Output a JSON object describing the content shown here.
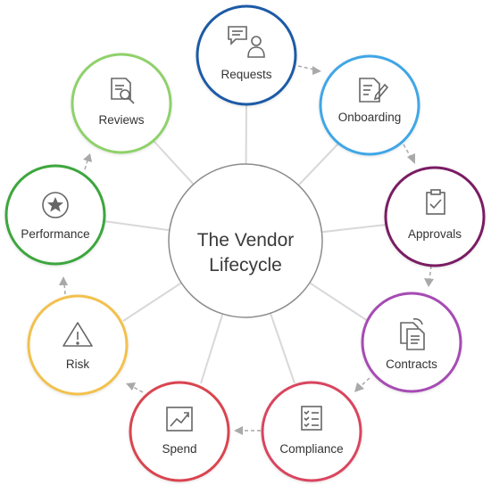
{
  "center": {
    "line1": "The Vendor",
    "line2": "Lifecycle"
  },
  "stages": [
    {
      "label": "Requests",
      "color": "#1b5aa6",
      "icon": "chat-user-icon"
    },
    {
      "label": "Onboarding",
      "color": "#3fa6e6",
      "icon": "document-edit-icon"
    },
    {
      "label": "Approvals",
      "color": "#7a1f63",
      "icon": "clipboard-check-icon"
    },
    {
      "label": "Contracts",
      "color": "#a64bb3",
      "icon": "document-copy-icon"
    },
    {
      "label": "Compliance",
      "color": "#d9455e",
      "icon": "checklist-icon"
    },
    {
      "label": "Spend",
      "color": "#d94550",
      "icon": "trend-chart-icon"
    },
    {
      "label": "Risk",
      "color": "#f2c14e",
      "icon": "warning-icon"
    },
    {
      "label": "Performance",
      "color": "#3da63d",
      "icon": "star-badge-icon"
    },
    {
      "label": "Reviews",
      "color": "#8fd16b",
      "icon": "document-search-icon"
    }
  ],
  "colors": {
    "spoke": "#d8d8d8",
    "arrow": "#a9a9a9",
    "center_border": "#8c8c8c",
    "icon": "#666666"
  }
}
